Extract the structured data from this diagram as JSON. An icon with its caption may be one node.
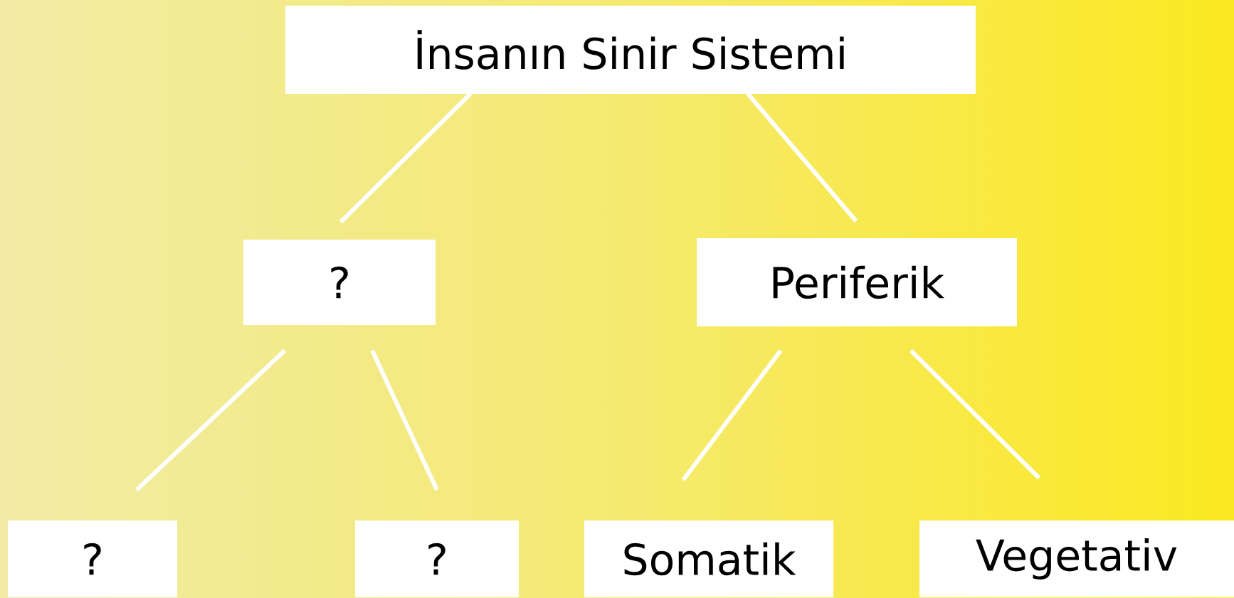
{
  "diagram": {
    "nodes": [
      {
        "text": [
          "İnsanın Sinir Sistemi"
        ]
      },
      {
        "text": [
          "?"
        ]
      },
      {
        "text": [
          "Periferik"
        ]
      },
      {
        "text": [
          "?"
        ]
      },
      {
        "text": [
          "?"
        ]
      },
      {
        "text": [
          "Somatik"
        ]
      },
      {
        "text": [
          "Vegetativ"
        ]
      }
    ],
    "edges": [
      {
        "from": 0,
        "to": 1,
        "arrow": "none"
      },
      {
        "from": 0,
        "to": 2,
        "arrow": "none"
      },
      {
        "from": 1,
        "to": 3,
        "arrow": "none"
      },
      {
        "from": 1,
        "to": 4,
        "arrow": "none"
      },
      {
        "from": 2,
        "to": 5,
        "arrow": "none"
      },
      {
        "from": 2,
        "to": 6,
        "arrow": "none"
      }
    ]
  }
}
